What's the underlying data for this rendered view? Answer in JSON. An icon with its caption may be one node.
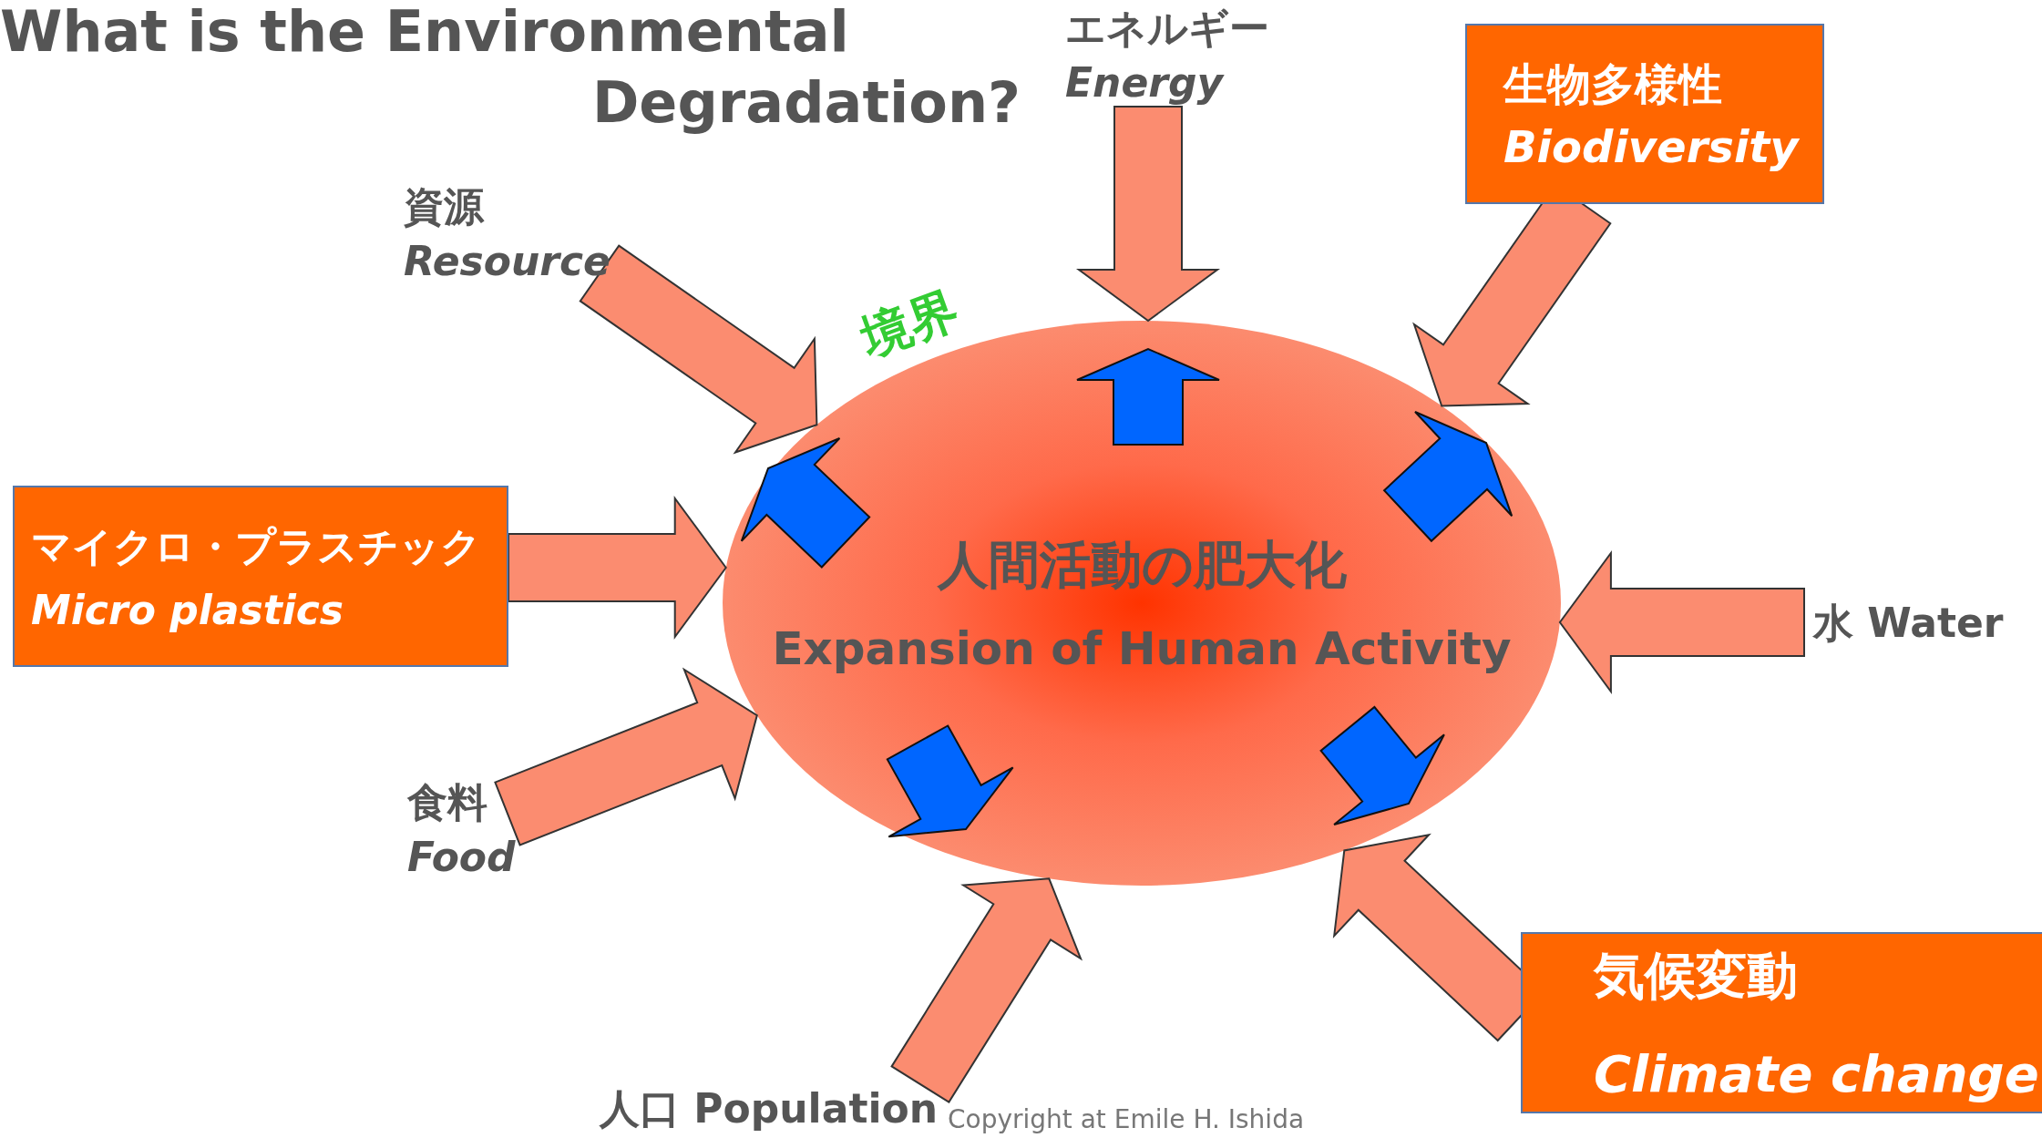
{
  "diagram": {
    "title": "What is the Environmental Degradation?",
    "nodes": [
      {
        "text": [
          "人間活動の肥大化",
          "Expansion of Human Activity"
        ]
      },
      {
        "text": [
          "エネルギー",
          "Energy"
        ]
      },
      {
        "text": [
          "生物多様性",
          "Biodiversity"
        ]
      },
      {
        "text": [
          "水 Water"
        ]
      },
      {
        "text": [
          "気候変動",
          "Climate change"
        ]
      },
      {
        "text": [
          "人口 Population"
        ]
      },
      {
        "text": [
          "食料",
          "Food"
        ]
      },
      {
        "text": [
          "マイクロ・プラスチック",
          "Micro plastics"
        ]
      },
      {
        "text": [
          "資源",
          "Resource"
        ]
      }
    ],
    "edges": [
      {
        "from": 1,
        "to": 0,
        "arrow": "to"
      },
      {
        "from": 2,
        "to": 0,
        "arrow": "to"
      },
      {
        "from": 3,
        "to": 0,
        "arrow": "to"
      },
      {
        "from": 4,
        "to": 0,
        "arrow": "to"
      },
      {
        "from": 5,
        "to": 0,
        "arrow": "to"
      },
      {
        "from": 6,
        "to": 0,
        "arrow": "to"
      },
      {
        "from": 7,
        "to": 0,
        "arrow": "to"
      },
      {
        "from": 8,
        "to": 0,
        "arrow": "to"
      }
    ],
    "labels": [
      "境界",
      "Copyright at Emile H. Ishida"
    ]
  }
}
